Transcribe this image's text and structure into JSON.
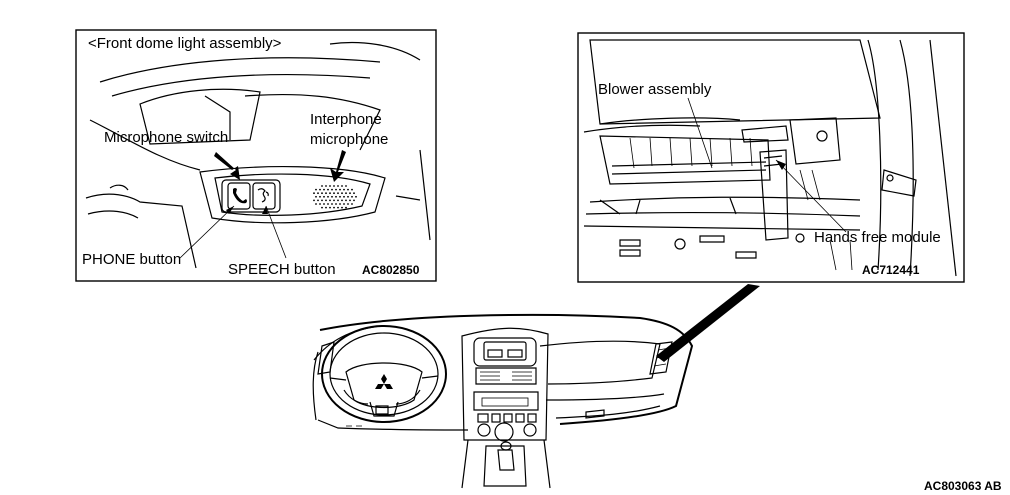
{
  "left_panel": {
    "title": "<Front dome light assembly>",
    "labels": {
      "microphone_switch": "Microphone switch",
      "interphone_line1": "Interphone",
      "interphone_line2": "microphone",
      "phone_button": "PHONE button",
      "speech_button": "SPEECH button"
    },
    "code": "AC802850"
  },
  "right_panel": {
    "labels": {
      "blower_assembly": "Blower assembly",
      "hands_free_module": "Hands free module"
    },
    "code": "AC712441"
  },
  "figure_code": "AC803063 AB",
  "colors": {
    "line": "#000000",
    "background": "#ffffff"
  }
}
